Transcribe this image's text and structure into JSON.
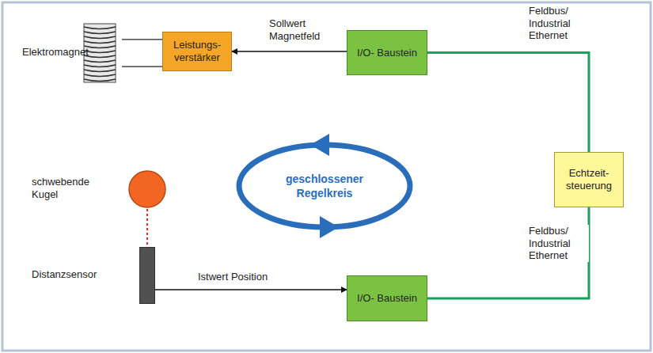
{
  "diagram": {
    "nodes": [
      {
        "text": [
          "Elektromagnet"
        ]
      },
      {
        "text": [
          "Leistungs- verstärker"
        ]
      },
      {
        "text": [
          "I/O- Baustein"
        ]
      },
      {
        "text": [
          "schwebende Kugel"
        ]
      },
      {
        "text": [
          "Echtzeit- steuerung"
        ]
      },
      {
        "text": [
          "Distanzsensor"
        ]
      },
      {
        "text": [
          "I/O- Baustein"
        ]
      }
    ],
    "edges": [
      {
        "from": 0,
        "to": 1,
        "arrow": "none"
      },
      {
        "from": 2,
        "to": 1,
        "label": "Sollwert Magnetfeld",
        "arrow": "to"
      },
      {
        "from": 2,
        "to": 4,
        "label": "Feldbus/ Industrial Ethernet",
        "arrow": "none"
      },
      {
        "from": 4,
        "to": 6,
        "label": "Feldbus/ Industrial Ethernet",
        "arrow": "none"
      },
      {
        "from": 3,
        "to": 5,
        "arrow": "none"
      },
      {
        "from": 5,
        "to": 6,
        "label": "Istwert Position",
        "arrow": "to"
      }
    ],
    "labels": [
      "geschlossener Regelkreis"
    ]
  }
}
